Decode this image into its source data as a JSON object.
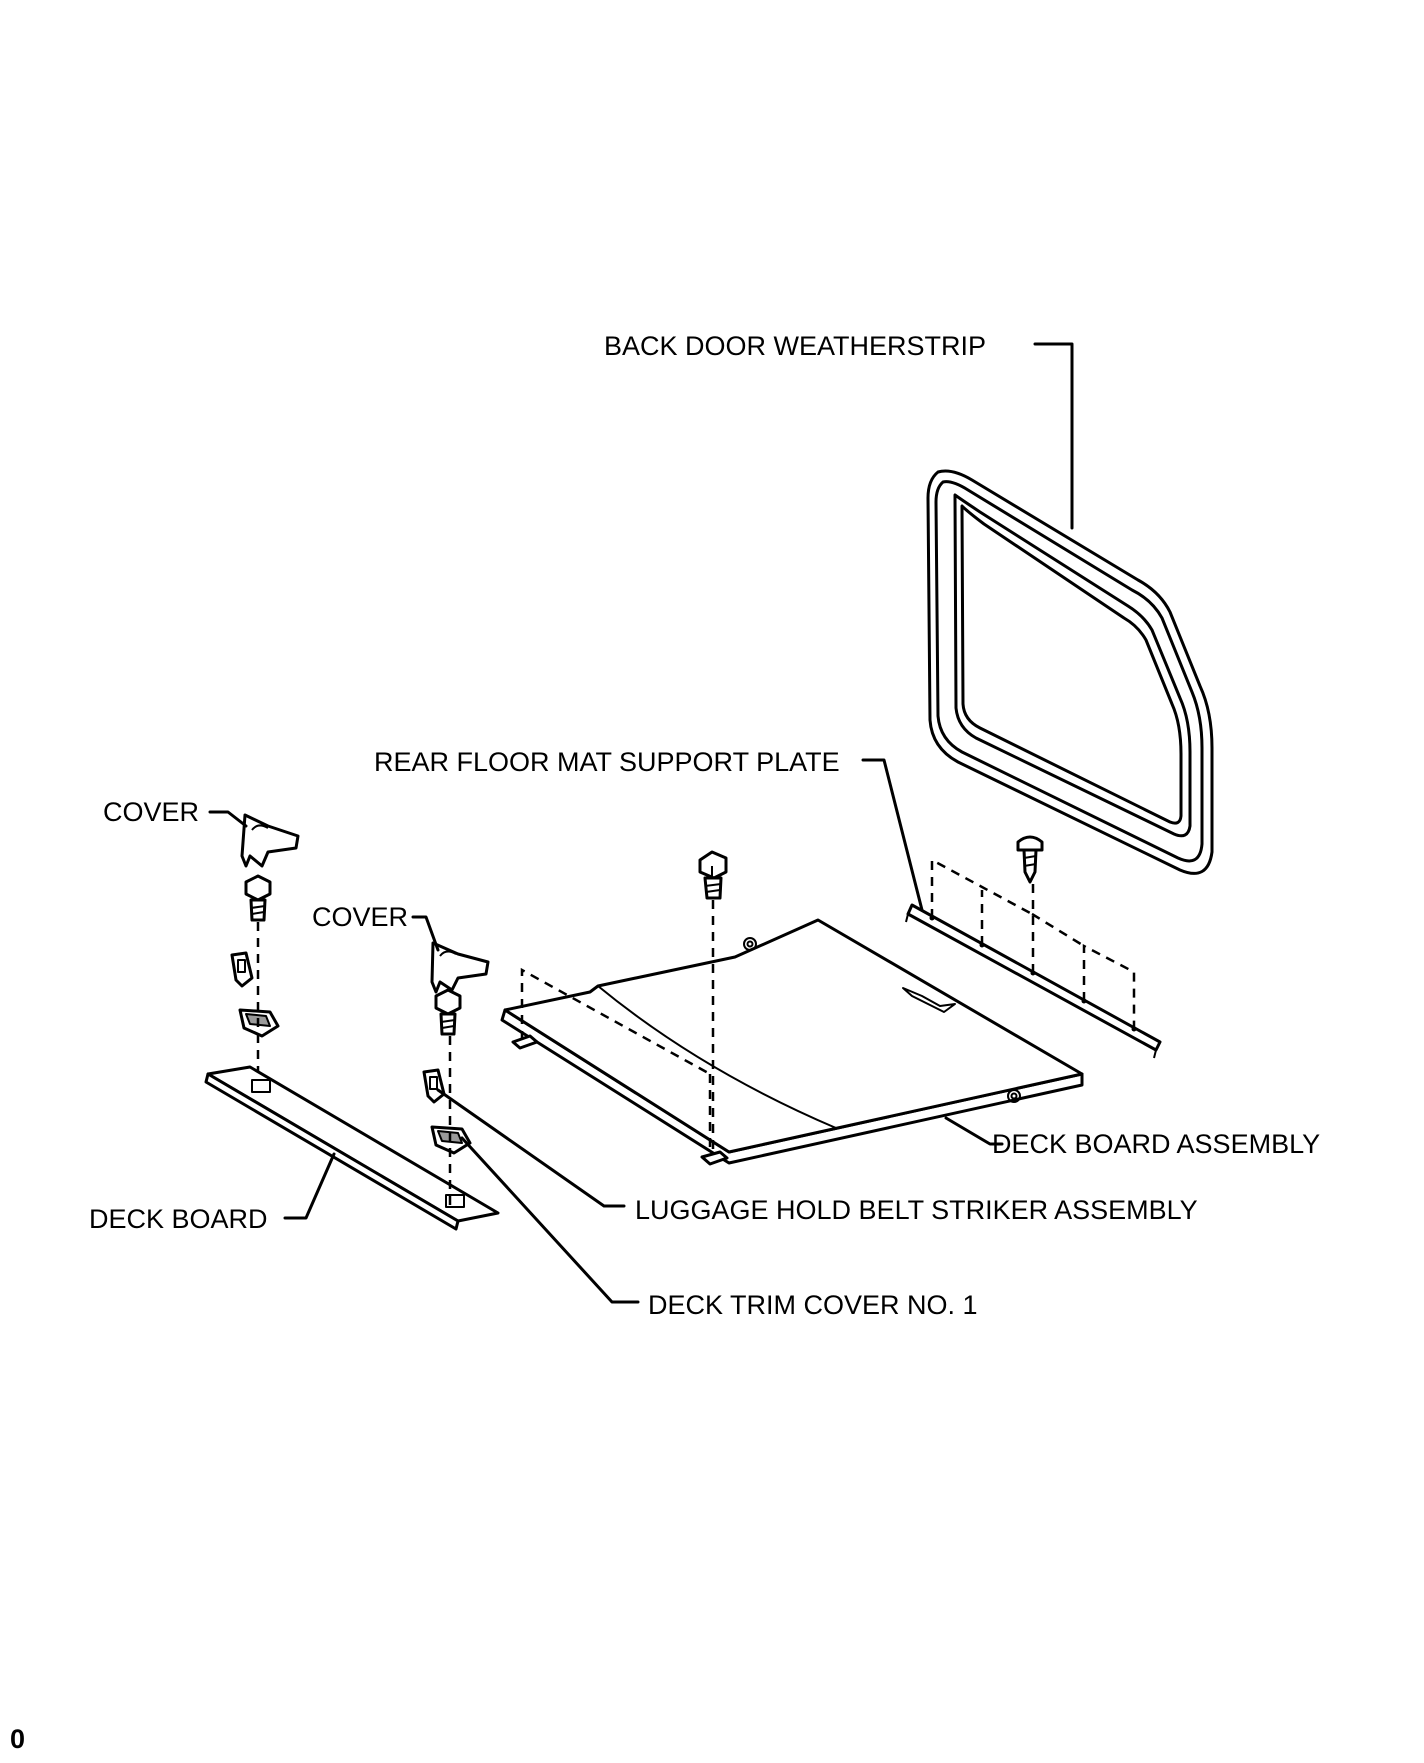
{
  "labels": {
    "back_door_weatherstrip": "BACK DOOR WEATHERSTRIP",
    "rear_floor_mat_support_plate": "REAR FLOOR MAT SUPPORT PLATE",
    "cover_left": "COVER",
    "cover_middle": "COVER",
    "deck_board_assembly": "DECK BOARD ASSEMBLY",
    "luggage_hold_belt_striker_assembly": "LUGGAGE HOLD BELT STRIKER ASSEMBLY",
    "deck_board": "DECK BOARD",
    "deck_trim_cover_no1": "DECK TRIM COVER NO. 1"
  },
  "corner_mark": "0"
}
